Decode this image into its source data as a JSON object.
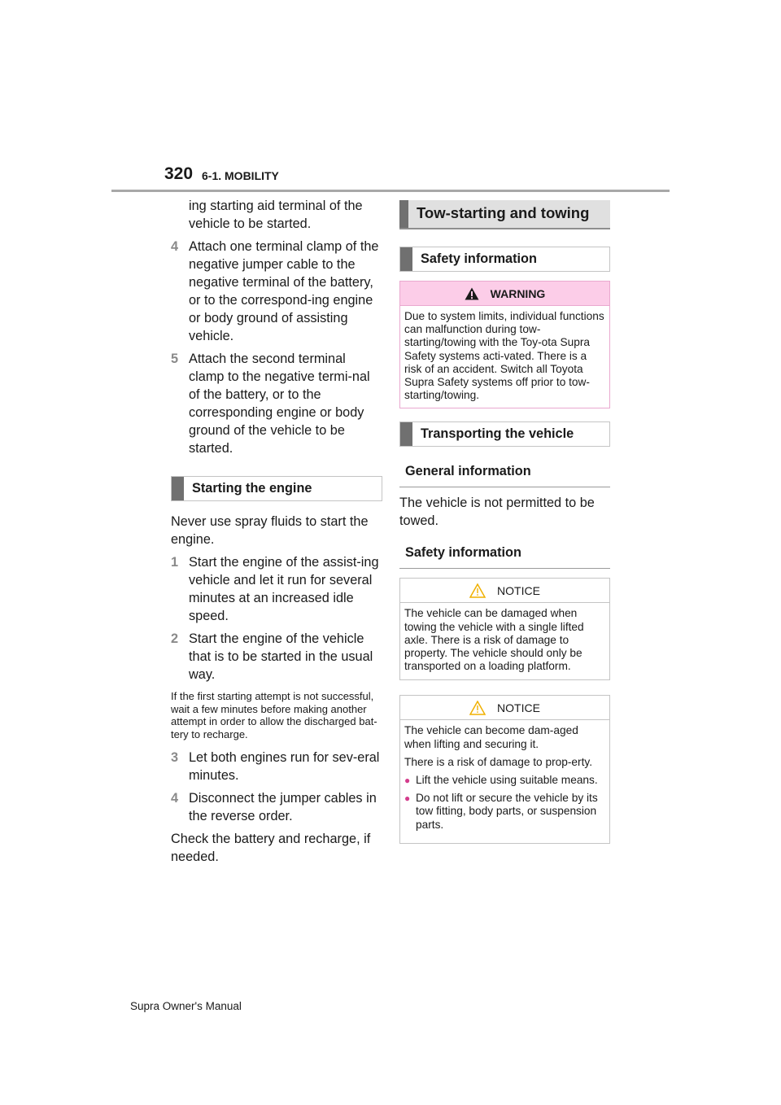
{
  "header": {
    "page_number": "320",
    "section": "6-1. MOBILITY"
  },
  "left": {
    "cont1": "ing starting aid terminal of the vehicle to be started.",
    "step4a": {
      "num": "4",
      "text": "Attach one terminal clamp of the negative jumper cable to the negative terminal of the battery, or to the correspond-ing engine or body ground of assisting vehicle."
    },
    "step5": {
      "num": "5",
      "text": "Attach the second terminal clamp to the negative termi-nal of the battery, or to the corresponding engine or body ground of the vehicle to be started."
    },
    "start_heading": "Starting the engine",
    "never_text": "Never use spray fluids to start the engine.",
    "step1": {
      "num": "1",
      "text": "Start the engine of the assist-ing vehicle and let it run for several minutes at an increased idle speed."
    },
    "step2": {
      "num": "2",
      "text": "Start the engine of the vehicle that is to be started in the usual way."
    },
    "note": "If the first starting attempt is not successful, wait a few minutes before making another attempt in order to allow the discharged bat-tery to recharge.",
    "step3": {
      "num": "3",
      "text": "Let both engines run for sev-eral minutes."
    },
    "step4b": {
      "num": "4",
      "text": "Disconnect the jumper cables in the reverse order."
    },
    "check_text": "Check the battery and recharge, if needed."
  },
  "right": {
    "main_heading": "Tow-starting and towing",
    "safety_heading": "Safety information",
    "warning": {
      "title": "WARNING",
      "body": "Due to system limits, individual functions can malfunction during tow-starting/towing with the Toy-ota Supra Safety systems acti-vated. There is a risk of an accident. Switch all Toyota Supra Safety systems off prior to tow-starting/towing."
    },
    "transport_heading": "Transporting the vehicle",
    "general_heading": "General information",
    "general_text": "The vehicle is not permitted to be towed.",
    "safety_heading2": "Safety information",
    "notice1": {
      "title": "NOTICE",
      "body": "The vehicle can be damaged when towing the vehicle with a single lifted axle. There is a risk of damage to property. The vehicle should only be transported on a loading platform."
    },
    "notice2": {
      "title": "NOTICE",
      "p1": "The vehicle can become dam-aged when lifting and securing it.",
      "p2": "There is a risk of damage to prop-erty.",
      "bullet_symbol": "●",
      "b1": "Lift the vehicle using suitable means.",
      "b2": "Do not lift or secure the vehicle by its tow fitting, body parts, or suspension parts."
    }
  },
  "footer": "Supra Owner's Manual",
  "colors": {
    "warning_fill": "#fccde8",
    "warning_border": "#e9a8cf",
    "notice_icon": "#f0b000",
    "bullet": "#d43c8c"
  }
}
